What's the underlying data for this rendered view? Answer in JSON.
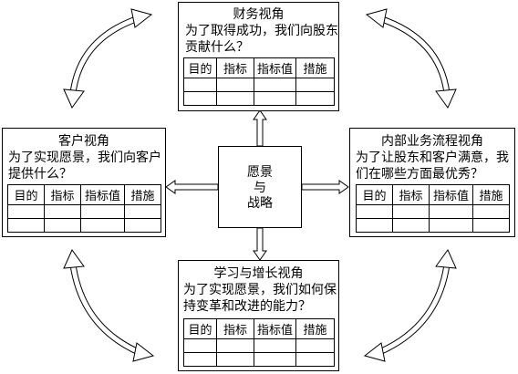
{
  "table_headers": [
    "目的",
    "指标",
    "指标值",
    "措施"
  ],
  "financial": {
    "title": "财务视角",
    "question_line1": "为了取得成功，我们向股东",
    "question_line2": "贡献什么？"
  },
  "customer": {
    "title": "客户视角",
    "question_line1": "为了实现愿景，我们向客户",
    "question_line2": "提供什么？"
  },
  "internal": {
    "title": "内部业务流程视角",
    "question_line1": "为了让股东和客户满意，我",
    "question_line2": "们在哪些方面最优秀？"
  },
  "learning": {
    "title": "学习与增长视角",
    "question_line1": "为了实现愿景，我们如何保",
    "question_line2": "持变革和改进的能力？"
  },
  "center": {
    "line1": "愿景",
    "line2": "与",
    "line3": "战略"
  }
}
